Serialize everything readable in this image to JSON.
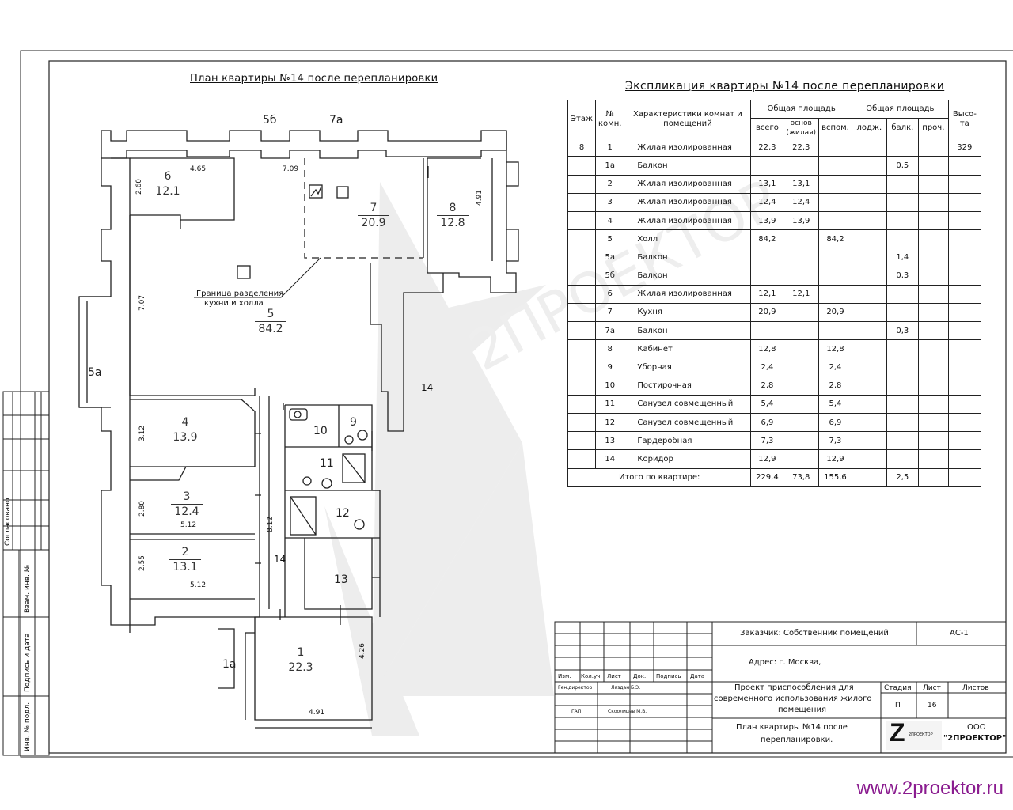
{
  "plan": {
    "title": "План квартиры №14 после перепланировки",
    "rooms": [
      {
        "id": "6",
        "num": "6",
        "area": "12.1"
      },
      {
        "id": "7",
        "num": "7",
        "area": "20.9"
      },
      {
        "id": "8",
        "num": "8",
        "area": "12.8"
      },
      {
        "id": "5",
        "num": "5",
        "area": "84.2"
      },
      {
        "id": "4",
        "num": "4",
        "area": "13.9"
      },
      {
        "id": "3",
        "num": "3",
        "area": "12.4"
      },
      {
        "id": "2",
        "num": "2",
        "area": "13.1"
      },
      {
        "id": "1",
        "num": "1",
        "area": "22.3"
      }
    ],
    "labels": {
      "r9": "9",
      "r10": "10",
      "r11": "11",
      "r12": "12",
      "r13": "13",
      "r14a": "14",
      "r14b": "14",
      "b5b": "5б",
      "b7a": "7а",
      "b5a": "5а",
      "b1a": "1а"
    },
    "dims": {
      "d465": "4.65",
      "d709": "7.09",
      "d260": "2.60",
      "d491a": "4.91",
      "d707": "7.07",
      "d312": "3.12",
      "d280": "2.80",
      "d512a": "5.12",
      "d812": "8.12",
      "d255": "2.55",
      "d512b": "5.12",
      "d426": "4.26",
      "d491b": "4.91"
    },
    "boundary_note_line1": "Граница разделения",
    "boundary_note_line2": "кухни и холла"
  },
  "explication": {
    "title": "Экспликация квартиры №14 после перепланировки",
    "headers": {
      "floor": "Этаж",
      "room_no": "№ комн.",
      "characteristics": "Характеристики комнат и помещений",
      "total_area": "Общая площадь",
      "total_area_2": "Общая площадь",
      "height": "Высо- та",
      "all": "всего",
      "main": "основ (жилая)",
      "aux": "вспом.",
      "loggia": "лодж.",
      "balcony": "балк.",
      "other": "проч."
    },
    "rows": [
      {
        "floor": "8",
        "no": "1",
        "name": "Жилая изолированная",
        "all": "22,3",
        "main": "22,3",
        "aux": "",
        "loggia": "",
        "balc": "",
        "other": "",
        "height": "329"
      },
      {
        "floor": "",
        "no": "1а",
        "name": "Балкон",
        "all": "",
        "main": "",
        "aux": "",
        "loggia": "",
        "balc": "0,5",
        "other": "",
        "height": ""
      },
      {
        "floor": "",
        "no": "2",
        "name": "Жилая изолированная",
        "all": "13,1",
        "main": "13,1",
        "aux": "",
        "loggia": "",
        "balc": "",
        "other": "",
        "height": ""
      },
      {
        "floor": "",
        "no": "3",
        "name": "Жилая изолированная",
        "all": "12,4",
        "main": "12,4",
        "aux": "",
        "loggia": "",
        "balc": "",
        "other": "",
        "height": ""
      },
      {
        "floor": "",
        "no": "4",
        "name": "Жилая изолированная",
        "all": "13,9",
        "main": "13,9",
        "aux": "",
        "loggia": "",
        "balc": "",
        "other": "",
        "height": ""
      },
      {
        "floor": "",
        "no": "5",
        "name": "Холл",
        "all": "84,2",
        "main": "",
        "aux": "84,2",
        "loggia": "",
        "balc": "",
        "other": "",
        "height": ""
      },
      {
        "floor": "",
        "no": "5а",
        "name": "Балкон",
        "all": "",
        "main": "",
        "aux": "",
        "loggia": "",
        "balc": "1,4",
        "other": "",
        "height": ""
      },
      {
        "floor": "",
        "no": "5б",
        "name": "Балкон",
        "all": "",
        "main": "",
        "aux": "",
        "loggia": "",
        "balc": "0,3",
        "other": "",
        "height": ""
      },
      {
        "floor": "",
        "no": "6",
        "name": "Жилая изолированная",
        "all": "12,1",
        "main": "12,1",
        "aux": "",
        "loggia": "",
        "balc": "",
        "other": "",
        "height": ""
      },
      {
        "floor": "",
        "no": "7",
        "name": "Кухня",
        "all": "20,9",
        "main": "",
        "aux": "20,9",
        "loggia": "",
        "balc": "",
        "other": "",
        "height": ""
      },
      {
        "floor": "",
        "no": "7а",
        "name": "Балкон",
        "all": "",
        "main": "",
        "aux": "",
        "loggia": "",
        "balc": "0,3",
        "other": "",
        "height": ""
      },
      {
        "floor": "",
        "no": "8",
        "name": "Кабинет",
        "all": "12,8",
        "main": "",
        "aux": "12,8",
        "loggia": "",
        "balc": "",
        "other": "",
        "height": ""
      },
      {
        "floor": "",
        "no": "9",
        "name": "Уборная",
        "all": "2,4",
        "main": "",
        "aux": "2,4",
        "loggia": "",
        "balc": "",
        "other": "",
        "height": ""
      },
      {
        "floor": "",
        "no": "10",
        "name": "Постирочная",
        "all": "2,8",
        "main": "",
        "aux": "2,8",
        "loggia": "",
        "balc": "",
        "other": "",
        "height": ""
      },
      {
        "floor": "",
        "no": "11",
        "name": "Санузел совмещенный",
        "all": "5,4",
        "main": "",
        "aux": "5,4",
        "loggia": "",
        "balc": "",
        "other": "",
        "height": ""
      },
      {
        "floor": "",
        "no": "12",
        "name": "Санузел совмещенный",
        "all": "6,9",
        "main": "",
        "aux": "6,9",
        "loggia": "",
        "balc": "",
        "other": "",
        "height": ""
      },
      {
        "floor": "",
        "no": "13",
        "name": "Гардеробная",
        "all": "7,3",
        "main": "",
        "aux": "7,3",
        "loggia": "",
        "balc": "",
        "other": "",
        "height": ""
      },
      {
        "floor": "",
        "no": "14",
        "name": "Коридор",
        "all": "12,9",
        "main": "",
        "aux": "12,9",
        "loggia": "",
        "balc": "",
        "other": "",
        "height": ""
      }
    ],
    "total": {
      "label": "Итого по квартире:",
      "all": "229,4",
      "main": "73,8",
      "aux": "155,6",
      "loggia": "",
      "balc": "2,5",
      "other": "",
      "height": ""
    }
  },
  "title_block": {
    "customer": "Заказчик: Собственник помещений",
    "code": "АС-1",
    "address": "Адрес: г. Москва,",
    "project_line1": "Проект приспособления для",
    "project_line2": "современного использования жилого",
    "project_line3": "помещения",
    "stage_h": "Стадия",
    "sheet_h": "Лист",
    "sheets_h": "Листов",
    "stage": "П",
    "sheet": "16",
    "sheets": "",
    "drawing_line1": "План квартиры №14 после",
    "drawing_line2": "перепланировки.",
    "company_line1": "ООО",
    "company_line2": "\"2ПРОЕКТОР\"",
    "logo_letter": "Z",
    "logo_small": "2ПРОЕКТОР",
    "col_izm": "Изм.",
    "col_koluch": "Кол.уч",
    "col_list": "Лист",
    "col_dok": "Док.",
    "col_podp": "Подпись",
    "col_data": "Дата",
    "role1": "Ген.директор",
    "name1": "Лаздан Б.Э.",
    "role2": "ГАП",
    "name2": "Скоолицев М.В."
  },
  "side_stamp": {
    "agreed": "Согласовано",
    "vzam": "Взам. инв. №",
    "podpis": "Подпись и дата",
    "inv": "Инв. № подл."
  },
  "watermark": "2ПРОЕКТОР",
  "footer_url": "www.2proektor.ru",
  "colors": {
    "url": "#8a1b8f",
    "line": "#222222",
    "watermark": "#e6e6e6"
  }
}
